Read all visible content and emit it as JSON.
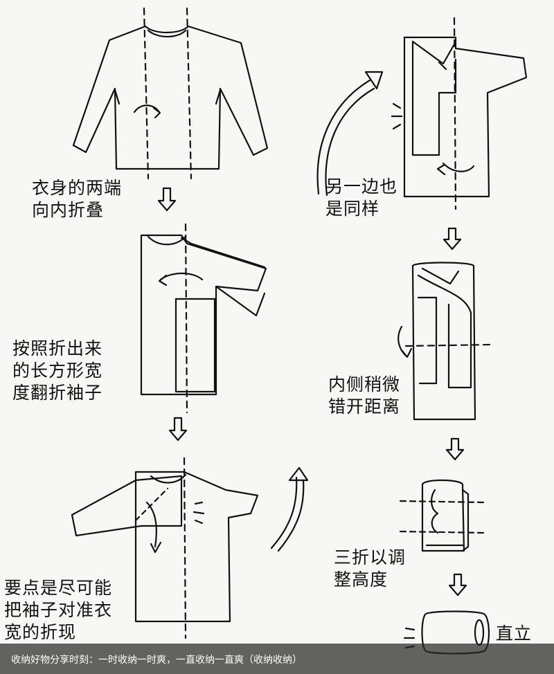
{
  "steps": [
    {
      "lines": [
        "衣身的两端",
        "向内折叠"
      ]
    },
    {
      "lines": [
        "按照折出来",
        "的长方形宽",
        "度翻折袖子"
      ]
    },
    {
      "lines": [
        "要点是尽可能",
        "把袖子对准衣",
        "宽的折现"
      ]
    },
    {
      "lines": [
        "另一边也",
        "是同样"
      ]
    },
    {
      "lines": [
        "内侧稍微",
        "错开距离"
      ]
    },
    {
      "lines": [
        "三折以调",
        "整高度"
      ]
    },
    {
      "lines": [
        "直立"
      ]
    }
  ],
  "caption": "收纳好物分享时刻：一时收纳一时爽，一直收纳一直爽（收纳收纳）"
}
